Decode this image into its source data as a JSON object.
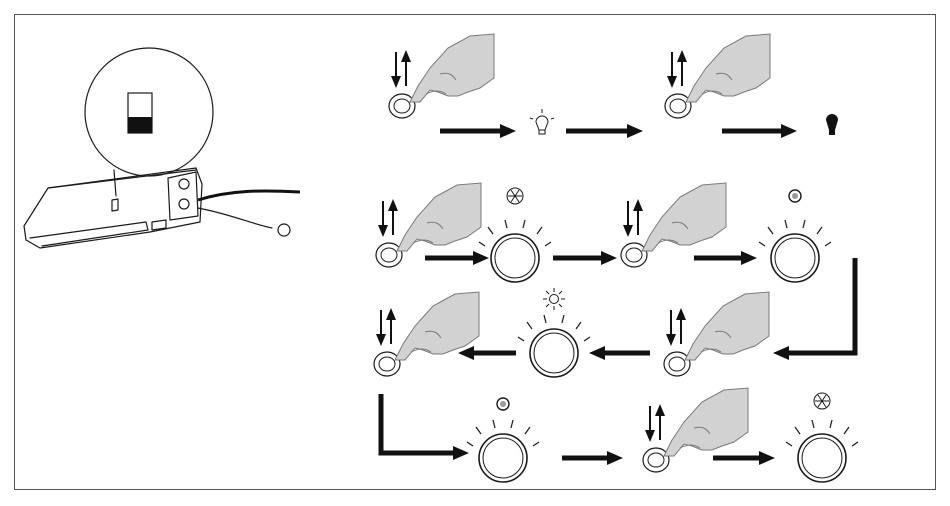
{
  "diagram": {
    "frame_color": "#555555",
    "ink_color": "#1a1a1a",
    "hand_color": "#d2d2d2",
    "steps": [
      "press-button",
      "bulb-outline",
      "press-button",
      "bulb-filled",
      "press-button",
      "snowflake-lamp",
      "press-button",
      "dot-lamp",
      "press-button",
      "sun-lamp",
      "press-button",
      "dot-lamp",
      "press-button",
      "snowflake-lamp"
    ]
  }
}
